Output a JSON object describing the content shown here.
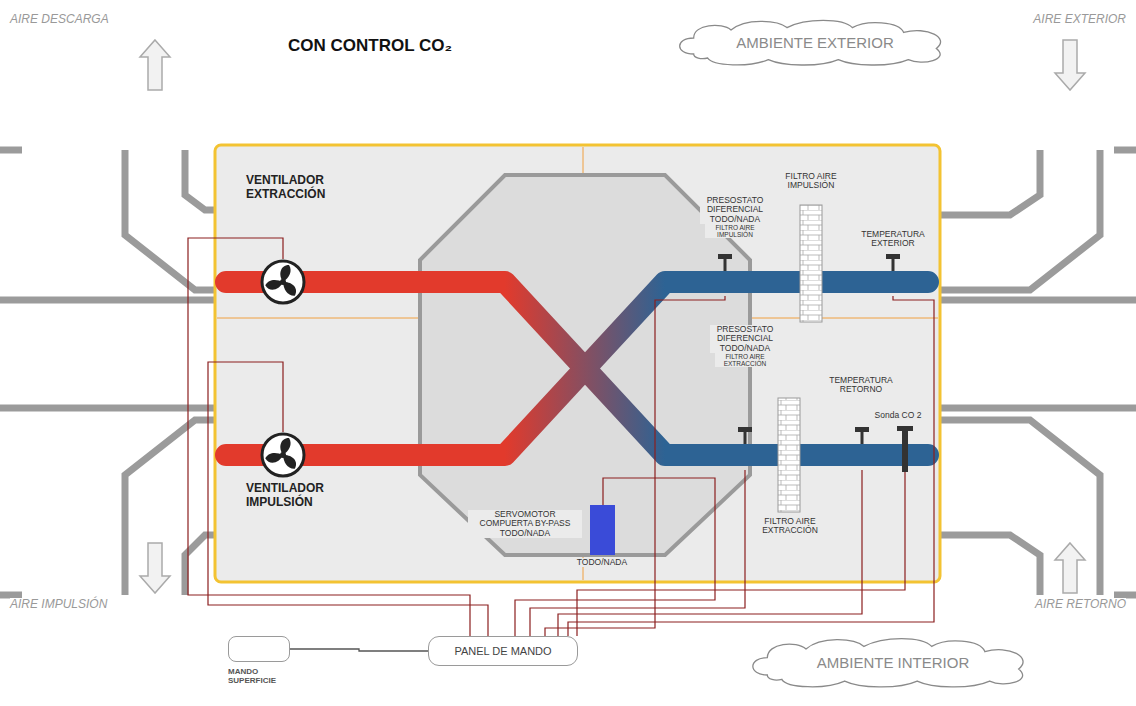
{
  "diagram": {
    "title": "CON CONTROL CO₂",
    "nodes": [
      {
        "text": [
          "AMBIENTE EXTERIOR"
        ]
      },
      {
        "text": [
          "MANDO SUPERFICIE"
        ]
      },
      {
        "text": [
          "PANEL DE MANDO"
        ]
      },
      {
        "text": [
          "AMBIENTE INTERIOR"
        ]
      }
    ],
    "edges": [
      {
        "from": 1,
        "to": 2,
        "arrow": "none"
      }
    ],
    "labels": [
      "AIRE DESCARGA",
      "AIRE EXTERIOR",
      "VENTILADOR EXTRACCIÓN",
      "PRESOSTATO DIFERENCIAL TODO/NADA",
      "FILTRO AIRE IMPULSIÓN",
      "FILTRO AIRE IMPULSIÓN",
      "TEMPERATURA EXTERIOR",
      "PRESOSTATO DIFERENCIAL TODO/NADA",
      "FILTRO AIRE EXTRACCIÓN",
      "TEMPERATURA RETORNO",
      "VENTILADOR IMPULSIÓN",
      "SERVOMOTOR COMPUERTA BY-PASS TODO/NADA",
      "Sonda CO 2",
      "TODO/NADA",
      "FILTRO AIRE EXTRACCIÓN",
      "AIRE IMPULSIÓN",
      "AIRE RETORNO"
    ]
  }
}
